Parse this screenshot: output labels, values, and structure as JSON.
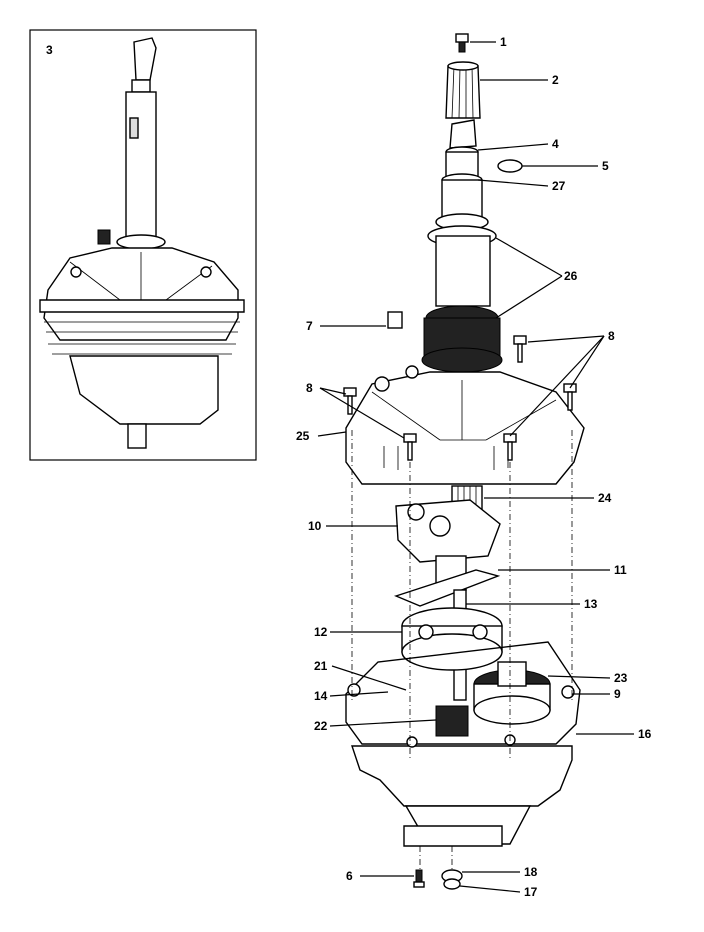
{
  "inset": {
    "label": "3"
  },
  "callouts": [
    "1",
    "2",
    "4",
    "5",
    "27",
    "26",
    "7",
    "8",
    "8",
    "25",
    "24",
    "10",
    "11",
    "13",
    "12",
    "21",
    "23",
    "14",
    "9",
    "22",
    "16",
    "6",
    "18",
    "17"
  ]
}
